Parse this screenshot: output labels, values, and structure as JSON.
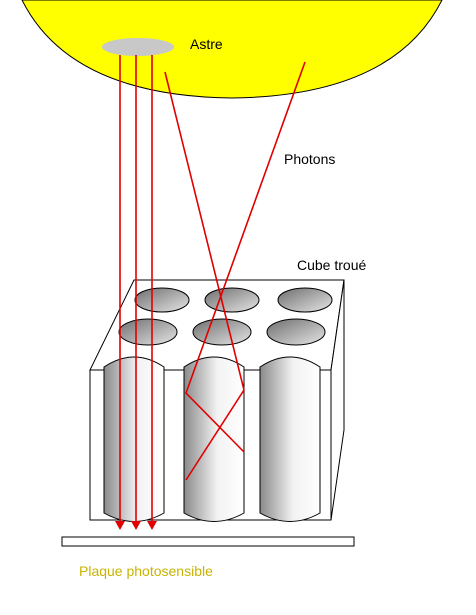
{
  "labels": {
    "astre": "Astre",
    "photons": "Photons",
    "cube": "Cube troué",
    "plaque": "Plaque photosensible"
  },
  "colors": {
    "star": "#ffff00",
    "star_stroke": "#000000",
    "spot": "#c8c8c8",
    "ray": "#e00000",
    "plate_text": "#c8b400",
    "cube_face": "#ffffff",
    "cube_stroke": "#000000"
  }
}
